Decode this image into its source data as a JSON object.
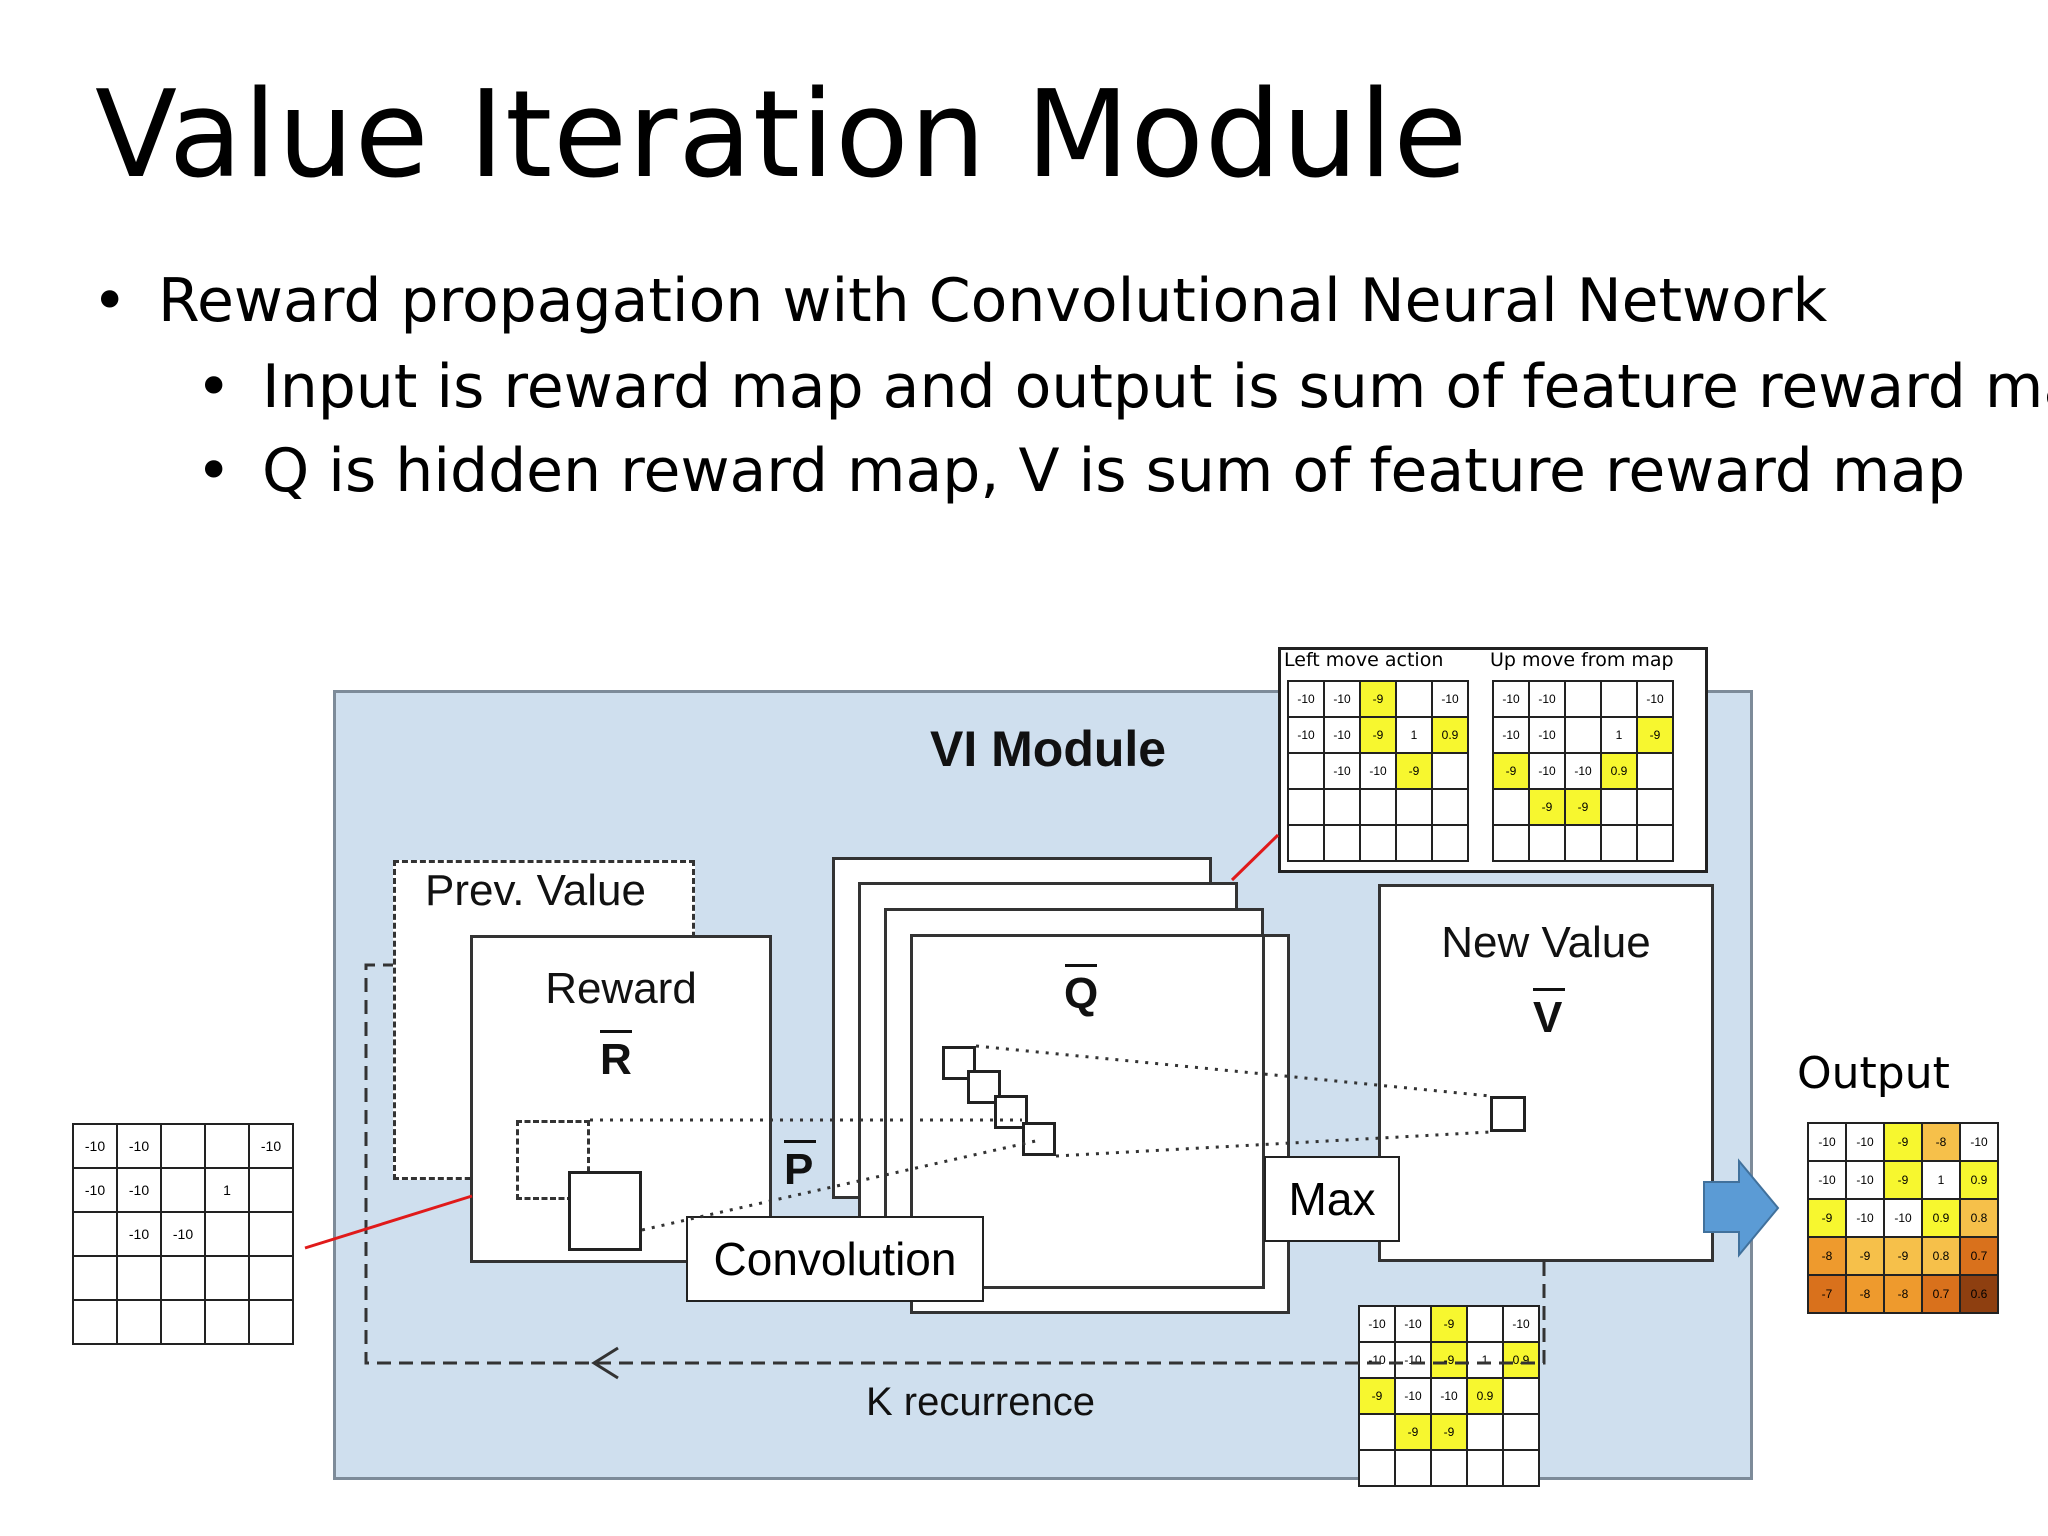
{
  "slide": {
    "title": "Value Iteration Module",
    "bullets": [
      "Reward propagation with Convolutional Neural Network",
      "Input is reward map and output is sum of feature reward map",
      "Q is hidden reward map, V is sum of feature reward map"
    ],
    "bullet_glyph": "•"
  },
  "diagram": {
    "module_title": "VI Module",
    "prev_value": "Prev. Value",
    "reward": "Reward",
    "reward_symbol": "R",
    "q_symbol": "Q",
    "p_symbol": "P",
    "new_value": "New Value",
    "v_symbol": "V",
    "convolution": "Convolution",
    "max": "Max",
    "k_recurrence": "K recurrence",
    "output": "Output",
    "left_move_label": "Left move action",
    "up_move_label": "Up move from map"
  },
  "grids": {
    "input": [
      [
        "-10",
        "-10",
        "",
        "",
        "-10"
      ],
      [
        "-10",
        "-10",
        "",
        "1",
        ""
      ],
      [
        "",
        "-10",
        "-10",
        "",
        ""
      ],
      [
        "",
        "",
        "",
        "",
        ""
      ],
      [
        "",
        "",
        "",
        "",
        ""
      ]
    ],
    "left_move": [
      [
        {
          "v": "-10"
        },
        {
          "v": "-10"
        },
        {
          "v": "-9",
          "c": "y"
        },
        {
          "v": ""
        },
        {
          "v": "-10"
        }
      ],
      [
        {
          "v": "-10"
        },
        {
          "v": "-10"
        },
        {
          "v": "-9",
          "c": "y"
        },
        {
          "v": "1"
        },
        {
          "v": "0.9",
          "c": "y"
        }
      ],
      [
        {
          "v": ""
        },
        {
          "v": "-10"
        },
        {
          "v": "-10"
        },
        {
          "v": "-9",
          "c": "y"
        },
        {
          "v": ""
        }
      ],
      [
        {
          "v": ""
        },
        {
          "v": ""
        },
        {
          "v": ""
        },
        {
          "v": ""
        },
        {
          "v": ""
        }
      ],
      [
        {
          "v": ""
        },
        {
          "v": ""
        },
        {
          "v": ""
        },
        {
          "v": ""
        },
        {
          "v": ""
        }
      ]
    ],
    "up_move": [
      [
        {
          "v": "-10"
        },
        {
          "v": "-10"
        },
        {
          "v": ""
        },
        {
          "v": ""
        },
        {
          "v": "-10"
        }
      ],
      [
        {
          "v": "-10"
        },
        {
          "v": "-10"
        },
        {
          "v": ""
        },
        {
          "v": "1"
        },
        {
          "v": "-9",
          "c": "y"
        }
      ],
      [
        {
          "v": "-9",
          "c": "y"
        },
        {
          "v": "-10"
        },
        {
          "v": "-10"
        },
        {
          "v": "0.9",
          "c": "y"
        },
        {
          "v": ""
        }
      ],
      [
        {
          "v": ""
        },
        {
          "v": "-9",
          "c": "y"
        },
        {
          "v": "-9",
          "c": "y"
        },
        {
          "v": ""
        },
        {
          "v": ""
        }
      ],
      [
        {
          "v": ""
        },
        {
          "v": ""
        },
        {
          "v": ""
        },
        {
          "v": ""
        },
        {
          "v": ""
        }
      ]
    ],
    "new_value": [
      [
        {
          "v": "-10"
        },
        {
          "v": "-10"
        },
        {
          "v": "-9",
          "c": "y"
        },
        {
          "v": ""
        },
        {
          "v": "-10"
        }
      ],
      [
        {
          "v": "-10"
        },
        {
          "v": "-10"
        },
        {
          "v": "-9",
          "c": "y"
        },
        {
          "v": "1"
        },
        {
          "v": "0.9",
          "c": "y"
        }
      ],
      [
        {
          "v": "-9",
          "c": "y"
        },
        {
          "v": "-10"
        },
        {
          "v": "-10"
        },
        {
          "v": "0.9",
          "c": "y"
        },
        {
          "v": ""
        }
      ],
      [
        {
          "v": ""
        },
        {
          "v": "-9",
          "c": "y"
        },
        {
          "v": "-9",
          "c": "y"
        },
        {
          "v": ""
        },
        {
          "v": ""
        }
      ],
      [
        {
          "v": ""
        },
        {
          "v": ""
        },
        {
          "v": ""
        },
        {
          "v": ""
        },
        {
          "v": ""
        }
      ]
    ],
    "output": [
      [
        {
          "v": "-10"
        },
        {
          "v": "-10"
        },
        {
          "v": "-9",
          "c": "y"
        },
        {
          "v": "-8",
          "c": "o1"
        },
        {
          "v": "-10"
        }
      ],
      [
        {
          "v": "-10"
        },
        {
          "v": "-10"
        },
        {
          "v": "-9",
          "c": "y"
        },
        {
          "v": "1"
        },
        {
          "v": "0.9",
          "c": "y"
        }
      ],
      [
        {
          "v": "-9",
          "c": "y"
        },
        {
          "v": "-10"
        },
        {
          "v": "-10"
        },
        {
          "v": "0.9",
          "c": "y"
        },
        {
          "v": "0.8",
          "c": "o1"
        }
      ],
      [
        {
          "v": "-8",
          "c": "o2"
        },
        {
          "v": "-9",
          "c": "o1"
        },
        {
          "v": "-9",
          "c": "o1"
        },
        {
          "v": "0.8",
          "c": "o1"
        },
        {
          "v": "0.7",
          "c": "o3"
        }
      ],
      [
        {
          "v": "-7",
          "c": "o3"
        },
        {
          "v": "-8",
          "c": "o2"
        },
        {
          "v": "-8",
          "c": "o2"
        },
        {
          "v": "0.7",
          "c": "o3"
        },
        {
          "v": "0.6",
          "c": "o5"
        }
      ]
    ]
  },
  "colors": {
    "module_bg": "#cfdfee",
    "highlight_yellow": "#f7f72f",
    "pointer_line": "#e01a1a",
    "output_arrow": "#5b9bd5"
  }
}
